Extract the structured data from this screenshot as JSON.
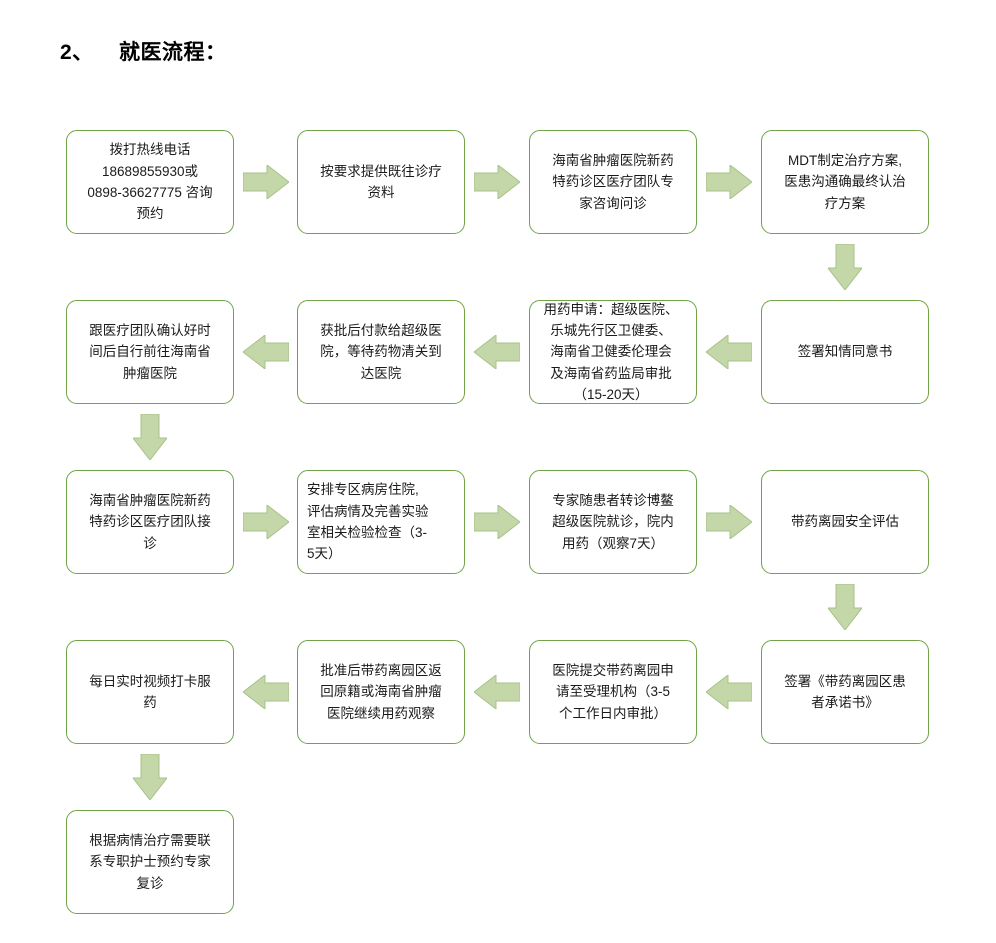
{
  "document": {
    "title": "2、    就医流程："
  },
  "theme": {
    "box_border": "#70a447",
    "box_fill": "#ffffff",
    "arrow_fill": "#c4d7a9",
    "arrow_stroke": "#a8c189",
    "text": "#1a1a1a"
  },
  "flowchart": {
    "type": "process-flow",
    "direction": "serpentine",
    "columns": 4,
    "nodes": [
      {
        "id": "n1",
        "row": 1,
        "col": 1,
        "text": "拨打热线电话\n18689855930或\n0898-36627775  咨询\n预约",
        "align": "center"
      },
      {
        "id": "n2",
        "row": 1,
        "col": 2,
        "text": "按要求提供既往诊疗\n资料",
        "align": "center"
      },
      {
        "id": "n3",
        "row": 1,
        "col": 3,
        "text": "海南省肿瘤医院新药\n特药诊区医疗团队专\n家咨询问诊",
        "align": "center"
      },
      {
        "id": "n4",
        "row": 1,
        "col": 4,
        "text": "MDT制定治疗方案,\n医患沟通确最终认治\n疗方案",
        "align": "center"
      },
      {
        "id": "n5",
        "row": 2,
        "col": 4,
        "text": "签署知情同意书",
        "align": "center"
      },
      {
        "id": "n6",
        "row": 2,
        "col": 3,
        "text": "用药申请：超级医院、\n乐城先行区卫健委、\n海南省卫健委伦理会\n及海南省药监局审批\n（15-20天）",
        "align": "center"
      },
      {
        "id": "n7",
        "row": 2,
        "col": 2,
        "text": "获批后付款给超级医\n院，等待药物清关到\n达医院",
        "align": "center"
      },
      {
        "id": "n8",
        "row": 2,
        "col": 1,
        "text": "跟医疗团队确认好时\n间后自行前往海南省\n肿瘤医院",
        "align": "center"
      },
      {
        "id": "n9",
        "row": 3,
        "col": 1,
        "text": "海南省肿瘤医院新药\n特药诊区医疗团队接\n诊",
        "align": "center"
      },
      {
        "id": "n10",
        "row": 3,
        "col": 2,
        "text": "安排专区病房住院,\n评估病情及完善实验\n室相关检验检查（3-\n5天）",
        "align": "left"
      },
      {
        "id": "n11",
        "row": 3,
        "col": 3,
        "text": "专家随患者转诊博鳌\n超级医院就诊，院内\n用药（观察7天）",
        "align": "center"
      },
      {
        "id": "n12",
        "row": 3,
        "col": 4,
        "text": "带药离园安全评估",
        "align": "center"
      },
      {
        "id": "n13",
        "row": 4,
        "col": 4,
        "text": "签署《带药离园区患\n者承诺书》",
        "align": "center"
      },
      {
        "id": "n14",
        "row": 4,
        "col": 3,
        "text": "医院提交带药离园申\n请至受理机构（3-5\n个工作日内审批）",
        "align": "center"
      },
      {
        "id": "n15",
        "row": 4,
        "col": 2,
        "text": "批准后带药离园区返\n回原籍或海南省肿瘤\n医院继续用药观察",
        "align": "center"
      },
      {
        "id": "n16",
        "row": 4,
        "col": 1,
        "text": "每日实时视频打卡服\n药",
        "align": "center"
      },
      {
        "id": "n17",
        "row": 5,
        "col": 1,
        "text": "根据病情治疗需要联\n系专职护士预约专家\n复诊",
        "align": "center"
      }
    ],
    "arrows": [
      {
        "id": "a1",
        "from": "n1",
        "to": "n2",
        "direction": "right"
      },
      {
        "id": "a2",
        "from": "n2",
        "to": "n3",
        "direction": "right"
      },
      {
        "id": "a3",
        "from": "n3",
        "to": "n4",
        "direction": "right"
      },
      {
        "id": "a4",
        "from": "n4",
        "to": "n5",
        "direction": "down"
      },
      {
        "id": "a5",
        "from": "n5",
        "to": "n6",
        "direction": "left"
      },
      {
        "id": "a6",
        "from": "n6",
        "to": "n7",
        "direction": "left"
      },
      {
        "id": "a7",
        "from": "n7",
        "to": "n8",
        "direction": "left"
      },
      {
        "id": "a8",
        "from": "n8",
        "to": "n9",
        "direction": "down"
      },
      {
        "id": "a9",
        "from": "n9",
        "to": "n10",
        "direction": "right"
      },
      {
        "id": "a10",
        "from": "n10",
        "to": "n11",
        "direction": "right"
      },
      {
        "id": "a11",
        "from": "n11",
        "to": "n12",
        "direction": "right"
      },
      {
        "id": "a12",
        "from": "n12",
        "to": "n13",
        "direction": "down"
      },
      {
        "id": "a13",
        "from": "n13",
        "to": "n14",
        "direction": "left"
      },
      {
        "id": "a14",
        "from": "n14",
        "to": "n15",
        "direction": "left"
      },
      {
        "id": "a15",
        "from": "n15",
        "to": "n16",
        "direction": "left"
      },
      {
        "id": "a16",
        "from": "n16",
        "to": "n17",
        "direction": "down"
      }
    ]
  }
}
